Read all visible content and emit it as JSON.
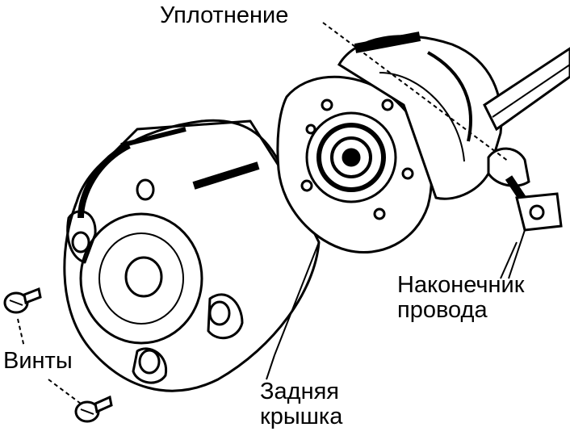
{
  "labels": {
    "seal": "Уплотнение",
    "terminal_line1": "Наконечник",
    "terminal_line2": "провода",
    "screws": "Винты",
    "cover_line1": "Задняя",
    "cover_line2": "крышка"
  },
  "colors": {
    "ink": "#000000",
    "paper": "#ffffff"
  }
}
